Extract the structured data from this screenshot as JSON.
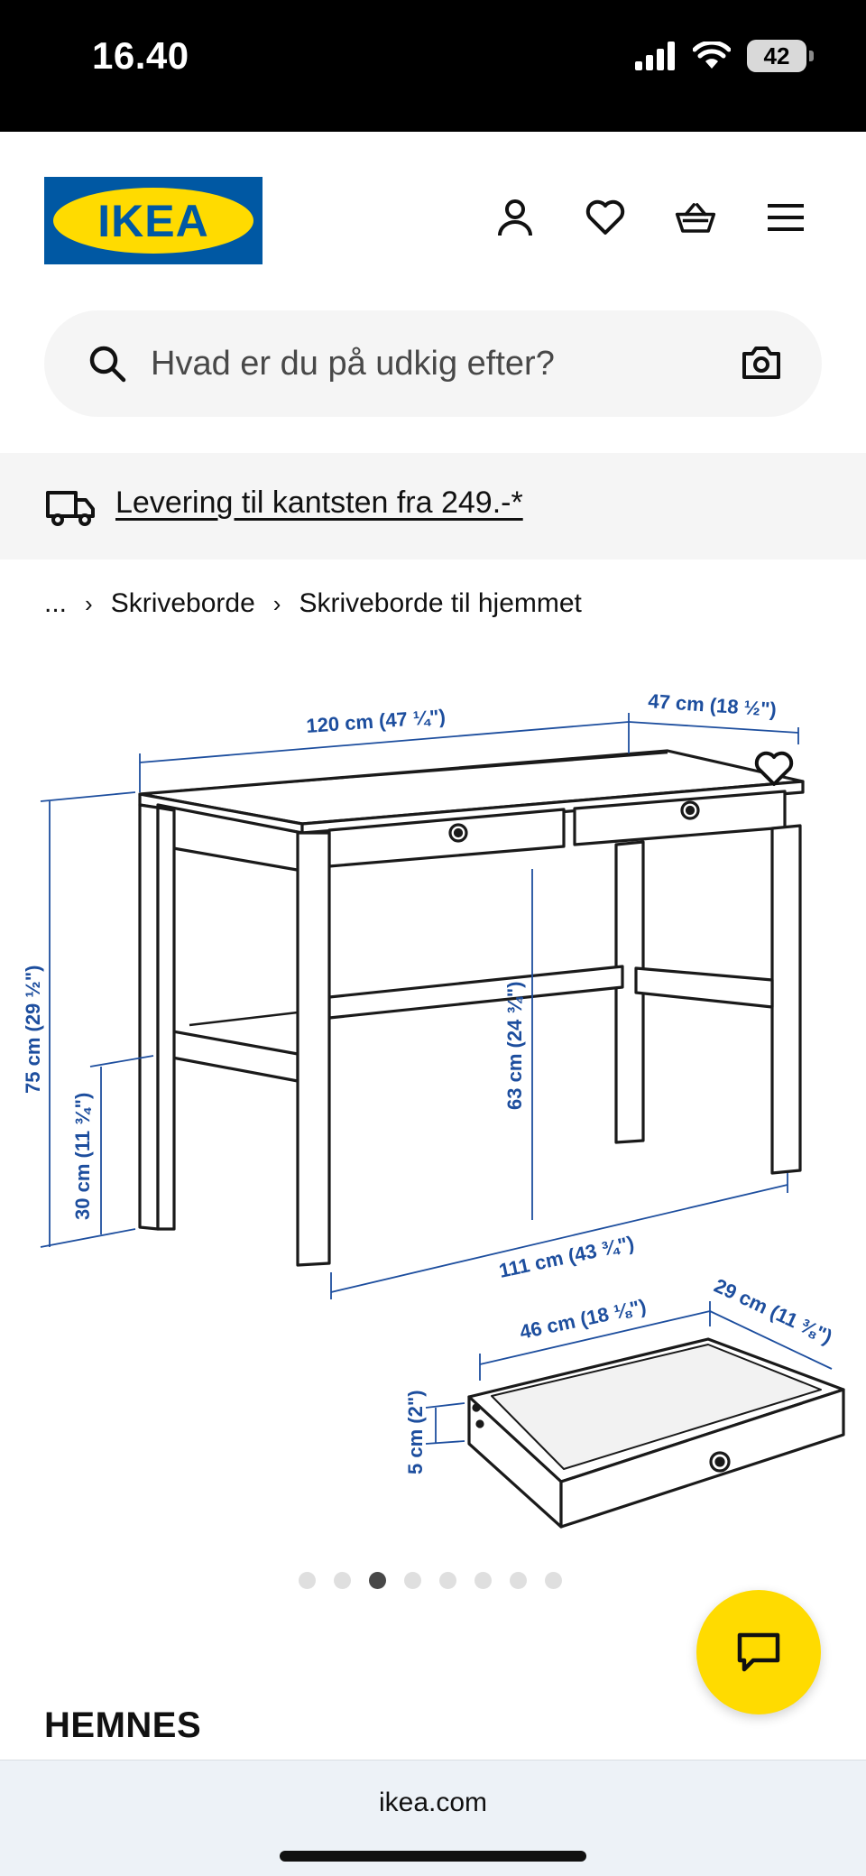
{
  "status_bar": {
    "time": "16.40",
    "battery": "42"
  },
  "header": {
    "logo_text": "IKEA",
    "icons": [
      "user-icon",
      "heart-icon",
      "basket-icon",
      "menu-icon"
    ]
  },
  "search": {
    "placeholder": "Hvad er du på udkig efter?"
  },
  "delivery": {
    "text": "Levering til kantsten fra 249.-*"
  },
  "breadcrumb": {
    "ellipsis": "...",
    "items": [
      "Skriveborde",
      "Skriveborde til hjemmet"
    ]
  },
  "product_image": {
    "dimensions": {
      "width": "120 cm (47 ¼\")",
      "depth": "47 cm (18 ½\")",
      "height": "75 cm (29 ½\")",
      "shelf_height": "30 cm (11 ¾\")",
      "knee_height": "63 cm (24 ¾\")",
      "inner_width": "111 cm (43 ¾\")",
      "drawer_width": "46 cm (18 ⅛\")",
      "drawer_depth": "29 cm (11 ⅜\")",
      "drawer_height": "5 cm (2\")"
    }
  },
  "carousel": {
    "count": 8,
    "active_index": 2
  },
  "product": {
    "name": "HEMNES"
  },
  "browser": {
    "url": "ikea.com"
  },
  "colors": {
    "ikea_blue": "#0058a3",
    "ikea_yellow": "#ffdb00",
    "dimension_blue": "#1d4e9e"
  }
}
